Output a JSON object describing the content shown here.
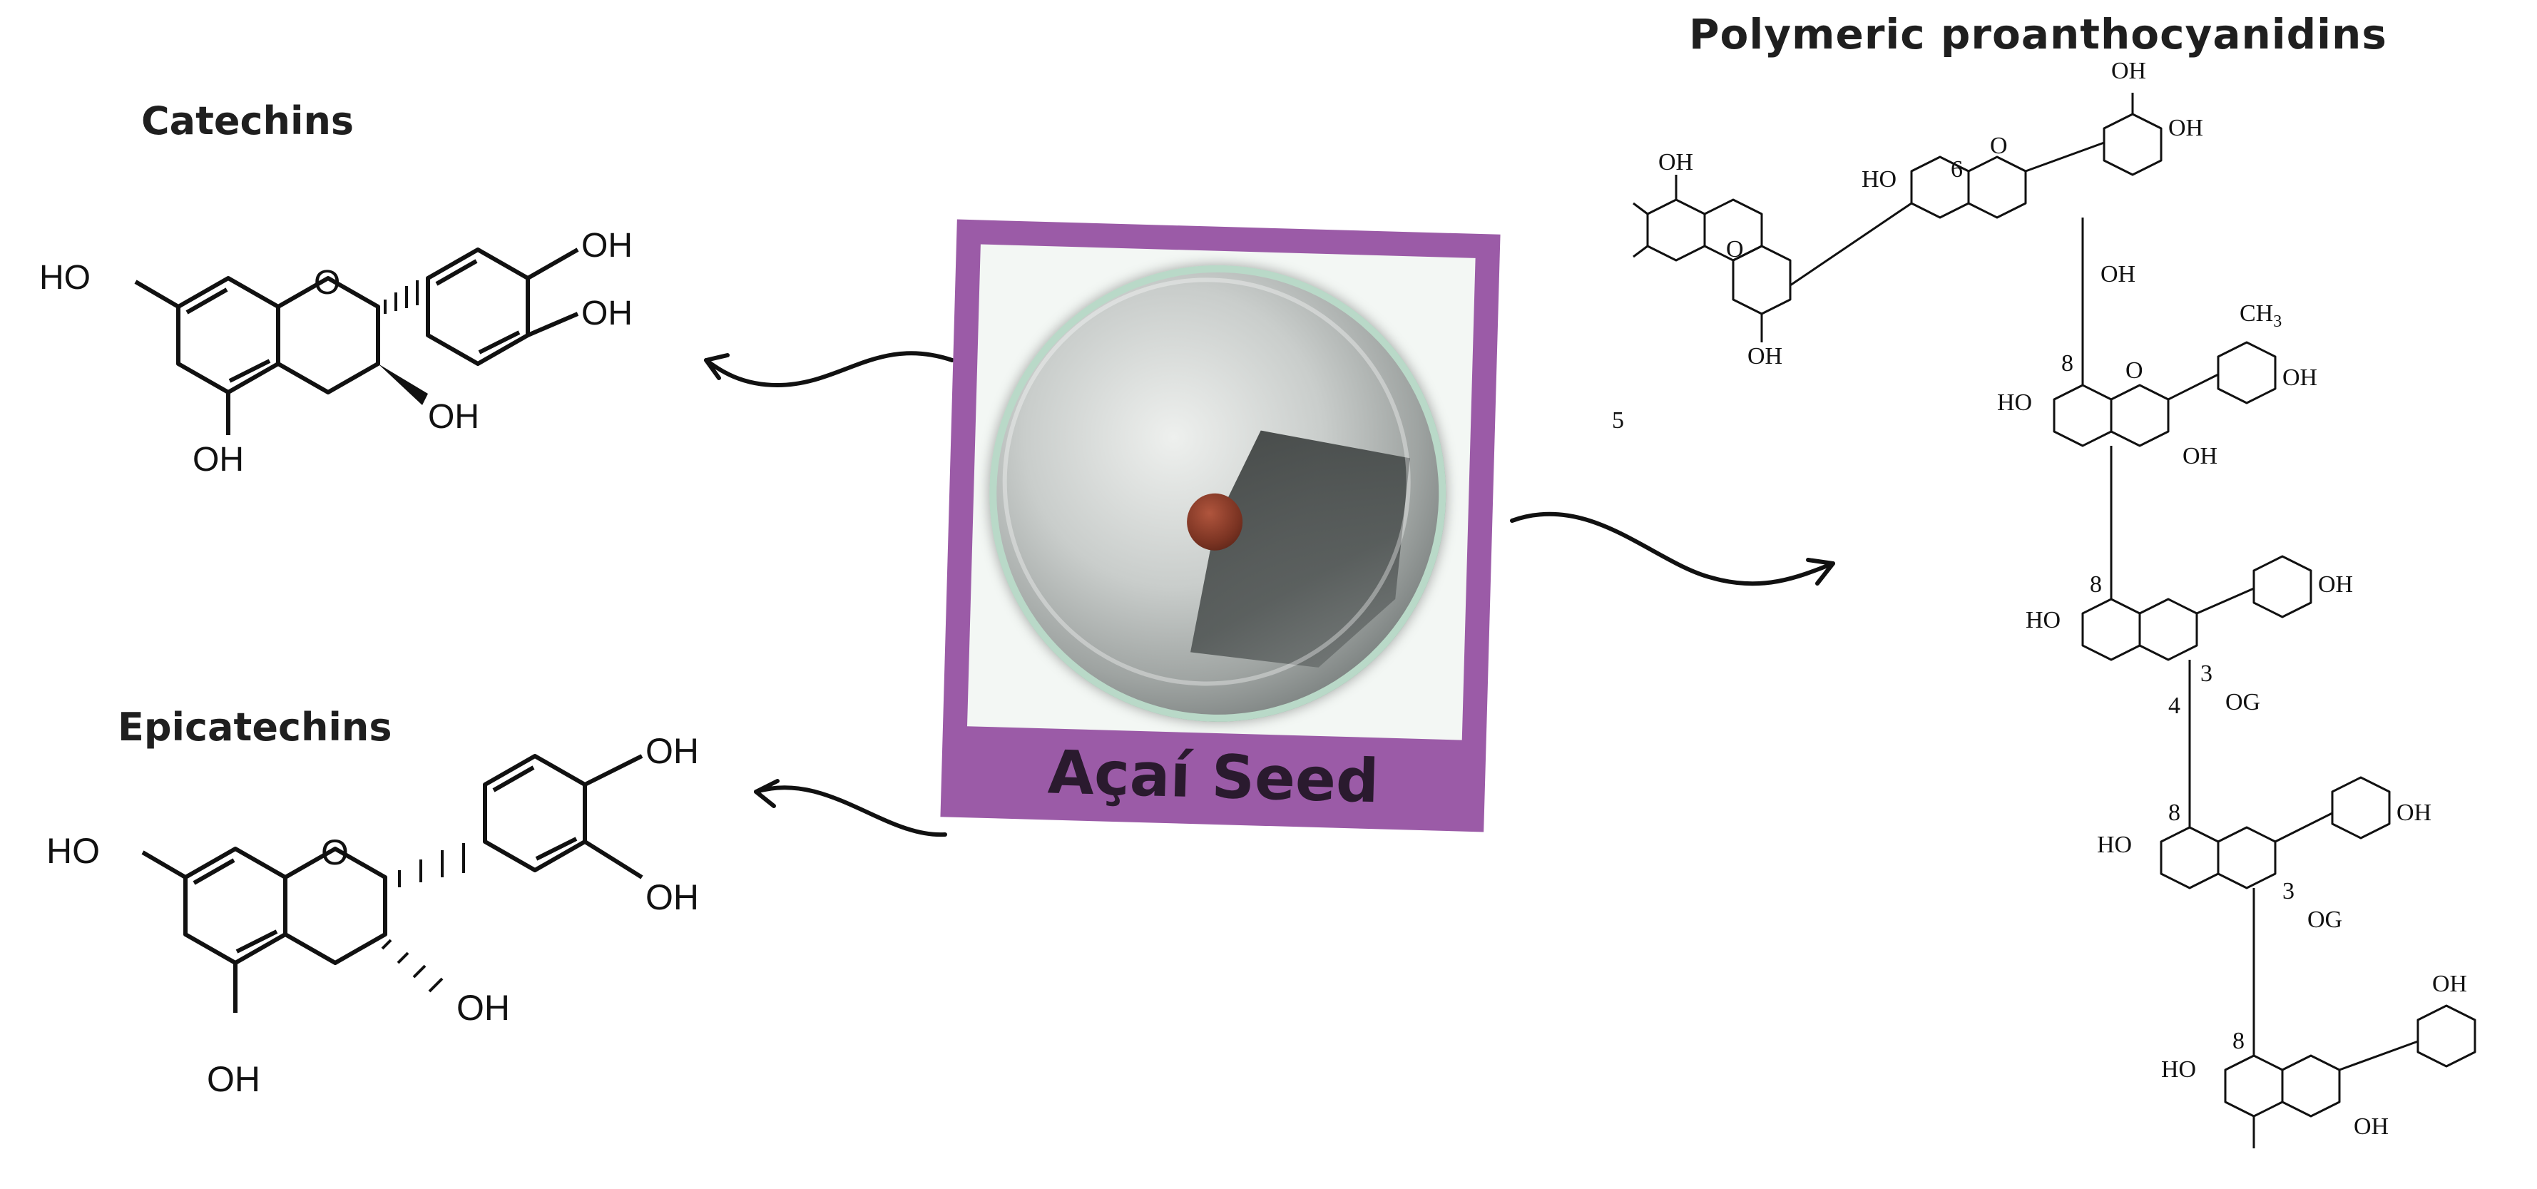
{
  "titles": {
    "catechins": "Catechins",
    "epicatechins": "Epicatechins",
    "polymer": "Polymeric proanthocyanidins"
  },
  "photo": {
    "label": "Açaí Seed",
    "frame_color": "#9b5ba7"
  },
  "catechin_labels": {
    "oh_top": "OH",
    "oh_mid": "OH",
    "ho_left": "HO",
    "oh_3": "OH",
    "oh_bottom": "OH",
    "o_ring": "O"
  },
  "epicatechin_labels": {
    "oh_top": "OH",
    "oh_mid": "OH",
    "ho_left": "HO",
    "oh_3": "OH",
    "oh_bottom": "OH",
    "o_ring": "O"
  },
  "polymer_labels": {
    "oh": "OH",
    "ho": "HO",
    "o": "O",
    "og": "OG",
    "ch3": "CH",
    "ch3_sub": "3",
    "n3": "3",
    "n4": "4",
    "n5": "5",
    "n6": "6",
    "n8": "8"
  }
}
